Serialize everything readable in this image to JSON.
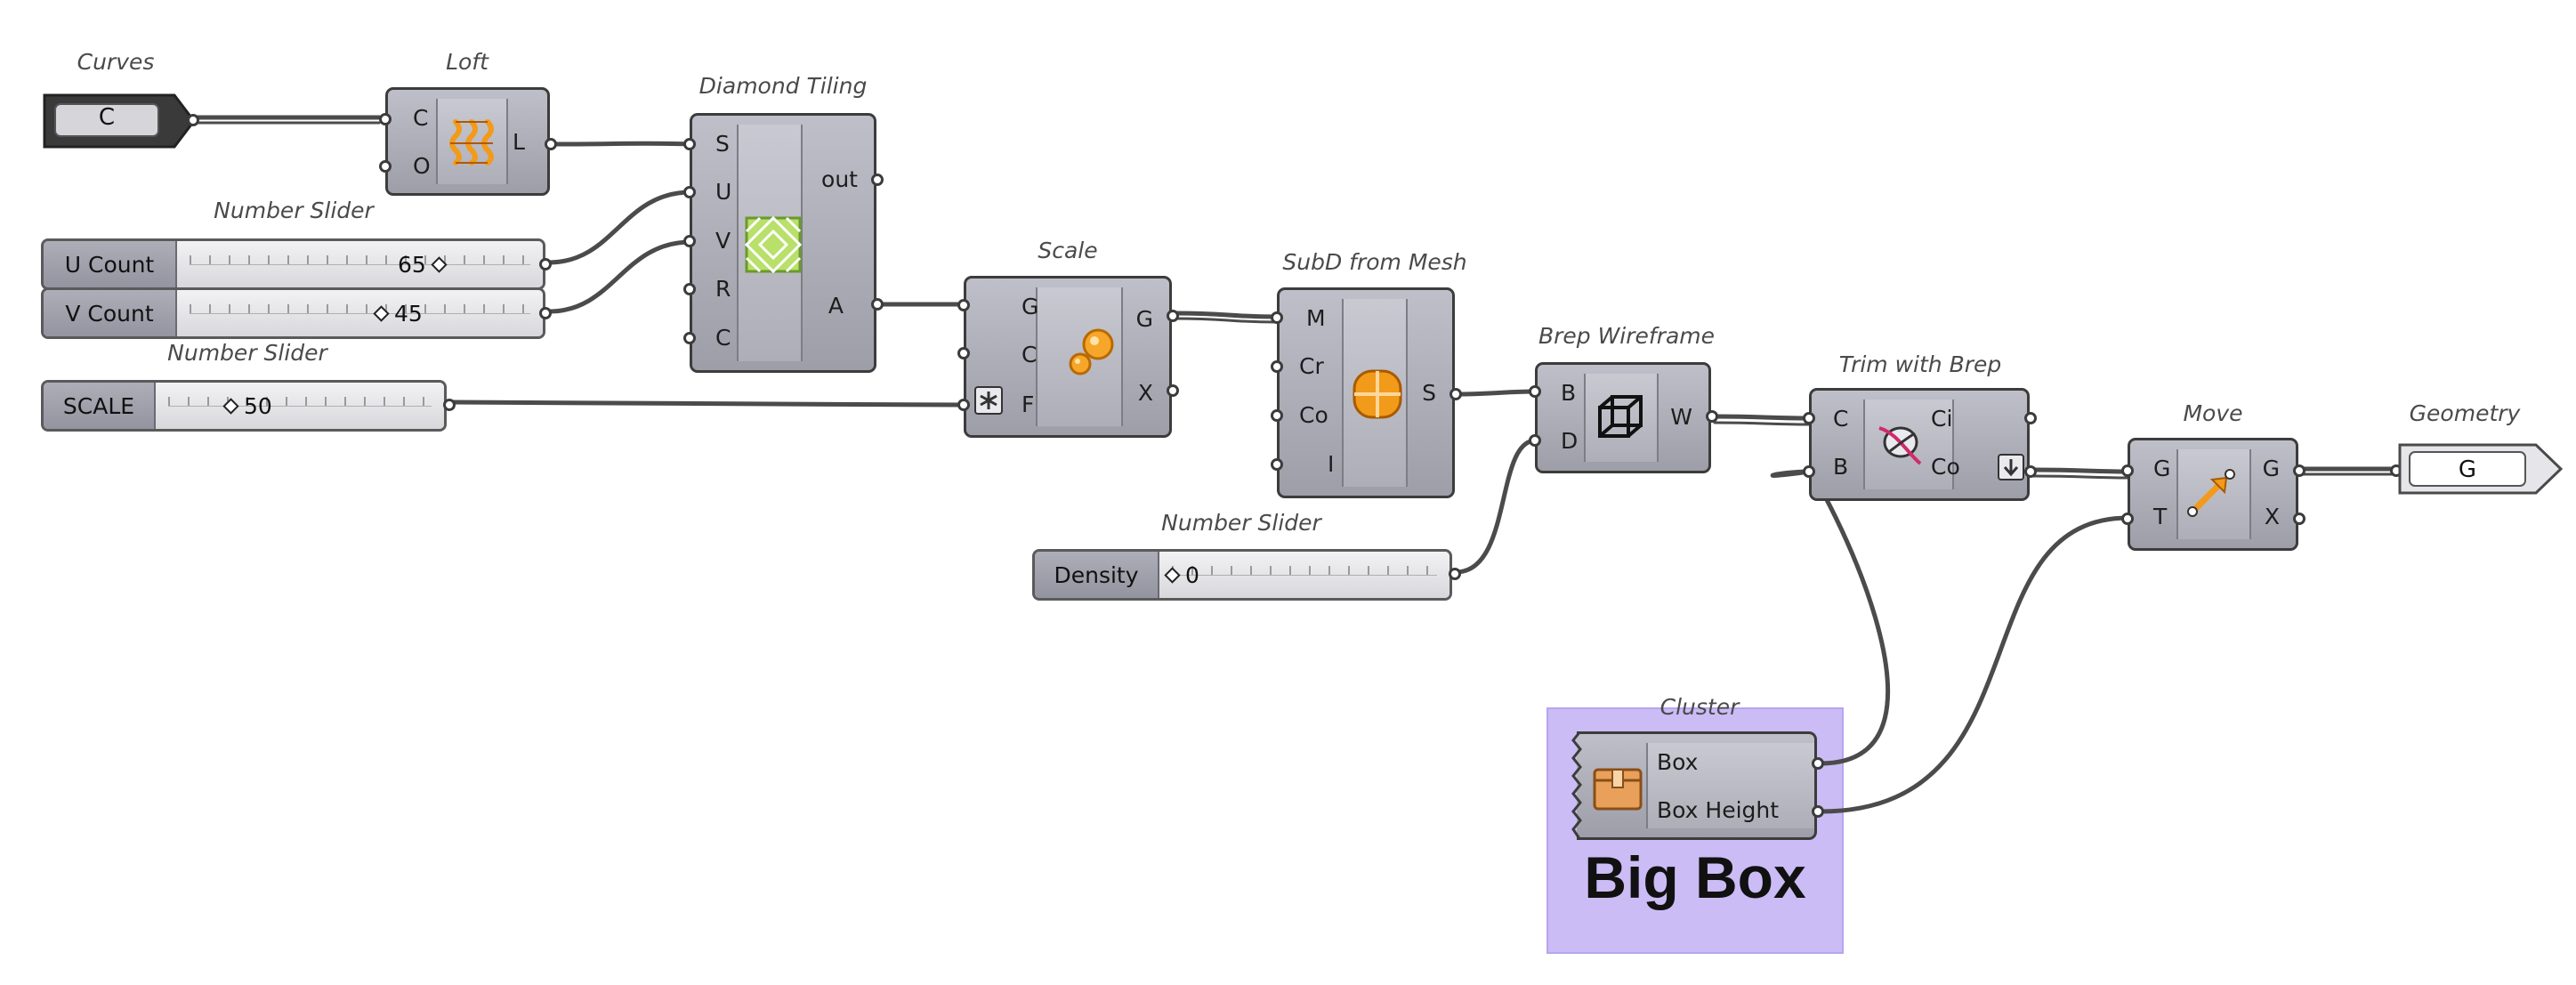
{
  "canvas": {
    "background": "#ffffff"
  },
  "components": {
    "curves": {
      "title": "Curves",
      "pill": "C"
    },
    "loft": {
      "title": "Loft",
      "inputs": [
        "C",
        "O"
      ],
      "outputs": [
        "L"
      ],
      "icon": "loft-wave-icon"
    },
    "diamond_tiling": {
      "title": "Diamond Tiling",
      "inputs": [
        "S",
        "U",
        "V",
        "R",
        "C"
      ],
      "outputs": [
        "out",
        "A"
      ],
      "icon": "diamond-grid-icon"
    },
    "u_count": {
      "title": "Number Slider",
      "label": "U Count",
      "value": "65"
    },
    "v_count": {
      "label": "V Count",
      "value": "45"
    },
    "scale_slider": {
      "title": "Number Slider",
      "label": "SCALE",
      "value": "50"
    },
    "scale": {
      "title": "Scale",
      "inputs": [
        "G",
        "C",
        "F"
      ],
      "outputs": [
        "G",
        "X"
      ],
      "icon": "scale-spheres-icon"
    },
    "subd": {
      "title": "SubD from Mesh",
      "inputs": [
        "M",
        "Cr",
        "Co",
        "I"
      ],
      "outputs": [
        "S"
      ],
      "icon": "subd-sphere-icon"
    },
    "brep_wireframe": {
      "title": "Brep Wireframe",
      "inputs": [
        "B",
        "D"
      ],
      "outputs": [
        "W"
      ],
      "icon": "wireframe-cube-icon"
    },
    "density_slider": {
      "title": "Number Slider",
      "label": "Density",
      "value": "0"
    },
    "trim": {
      "title": "Trim with Brep",
      "inputs": [
        "C",
        "B"
      ],
      "outputs": [
        "Ci",
        "Co"
      ],
      "icon": "trim-curve-icon"
    },
    "move": {
      "title": "Move",
      "inputs": [
        "G",
        "T"
      ],
      "outputs": [
        "G",
        "X"
      ],
      "icon": "move-arrow-icon"
    },
    "geometry": {
      "title": "Geometry",
      "pill": "G"
    },
    "cluster": {
      "title": "Cluster",
      "outputs": [
        "Box",
        "Box Height"
      ],
      "group_label": "Big Box",
      "group_color": "#c8b8f4",
      "icon": "package-box-icon"
    }
  },
  "colors": {
    "wire": "#4b4b4b",
    "component": "#a9a9b3",
    "icon_orange": "#f29a1a",
    "icon_green": "#a8d45a"
  }
}
